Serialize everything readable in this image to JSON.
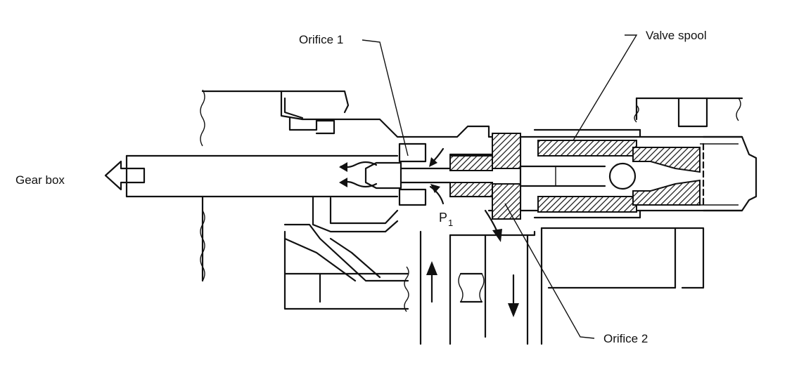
{
  "labels": {
    "orifice_1": "Orifice 1",
    "valve_spool": "Valve spool",
    "gear_box": "Gear box",
    "p1_main": "P",
    "p1_sub": "1",
    "orifice_2": "Orifice 2"
  },
  "colors": {
    "ink": "#111111",
    "background": "#ffffff"
  }
}
